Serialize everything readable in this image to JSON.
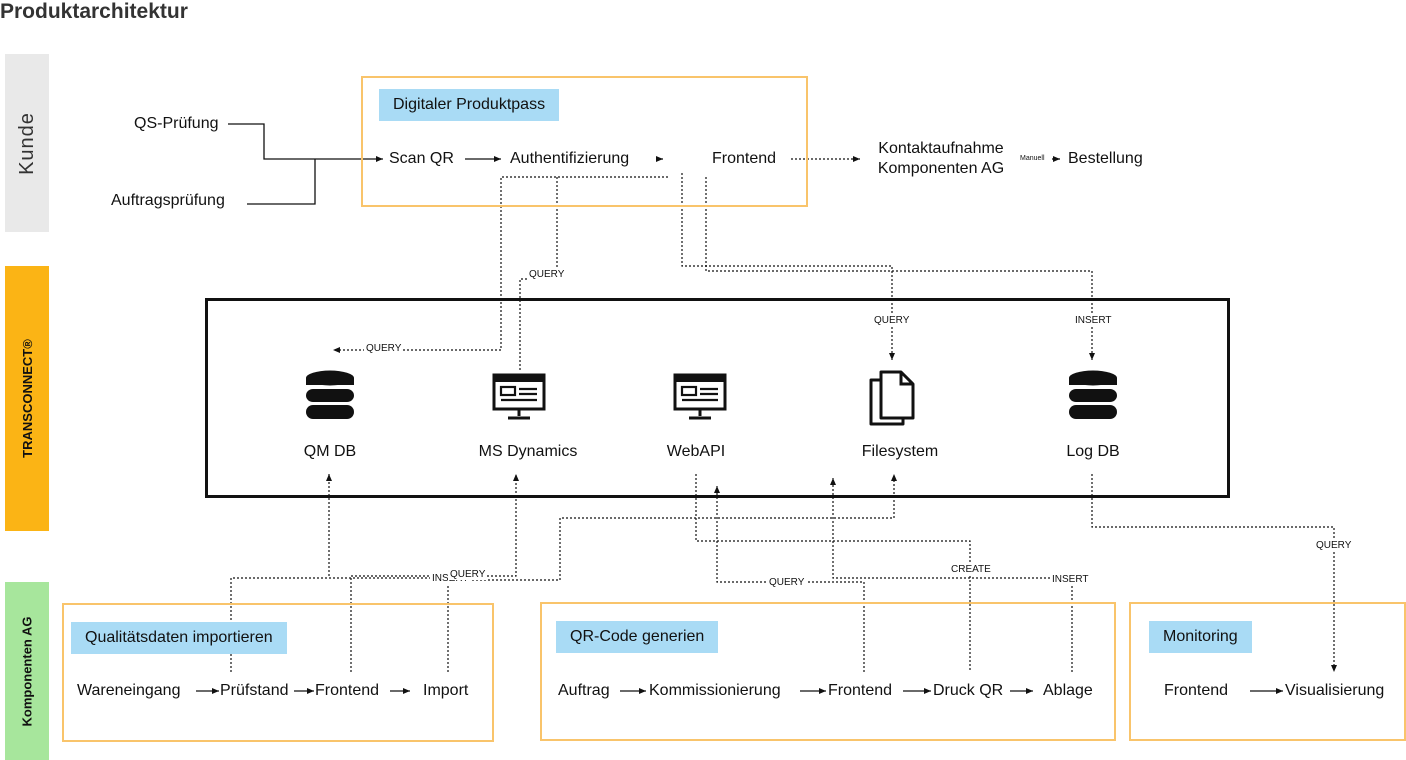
{
  "title": "Produktarchitektur",
  "lanes": {
    "kunde": "Kunde",
    "transconnect": "TRANSCONNECT®",
    "komponenten": "Komponenten AG"
  },
  "kunde": {
    "box_title": "Digitaler Produktpass",
    "qs_pruefung": "QS-Prüfung",
    "auftragspruefung": "Auftragsprüfung",
    "scan_qr": "Scan QR",
    "authentifizierung": "Authentifizierung",
    "frontend": "Frontend",
    "kontakt_line1": "Kontaktaufnahme",
    "kontakt_line2": "Komponenten AG",
    "manuell": "Manuell",
    "bestellung": "Bestellung"
  },
  "transconnect": {
    "systems": {
      "qm_db": "QM DB",
      "ms_dynamics": "MS Dynamics",
      "webapi": "WebAPI",
      "filesystem": "Filesystem",
      "log_db": "Log DB"
    }
  },
  "edge_labels": {
    "query": "QUERY",
    "insert": "INSERT",
    "create": "CREATE"
  },
  "komponenten": {
    "qualitaet": {
      "title": "Qualitätsdaten importieren",
      "steps": [
        "Wareneingang",
        "Prüfstand",
        "Frontend",
        "Import"
      ]
    },
    "qrcode": {
      "title": "QR-Code generien",
      "steps": [
        "Auftrag",
        "Kommissionierung",
        "Frontend",
        "Druck QR",
        "Ablage"
      ]
    },
    "monitoring": {
      "title": "Monitoring",
      "steps": [
        "Frontend",
        "Visualisierung"
      ]
    }
  },
  "icons": {
    "qm_db": "database-icon",
    "ms_dynamics": "application-window-icon",
    "webapi": "application-window-icon",
    "filesystem": "files-icon",
    "log_db": "database-icon"
  },
  "colors": {
    "kunde_lane": "#e9e9e9",
    "transconnect_lane": "#fbb415",
    "komponenten_lane": "#a7e69c",
    "process_box_border": "#f9c46b",
    "process_tag": "#a9dbf5"
  }
}
